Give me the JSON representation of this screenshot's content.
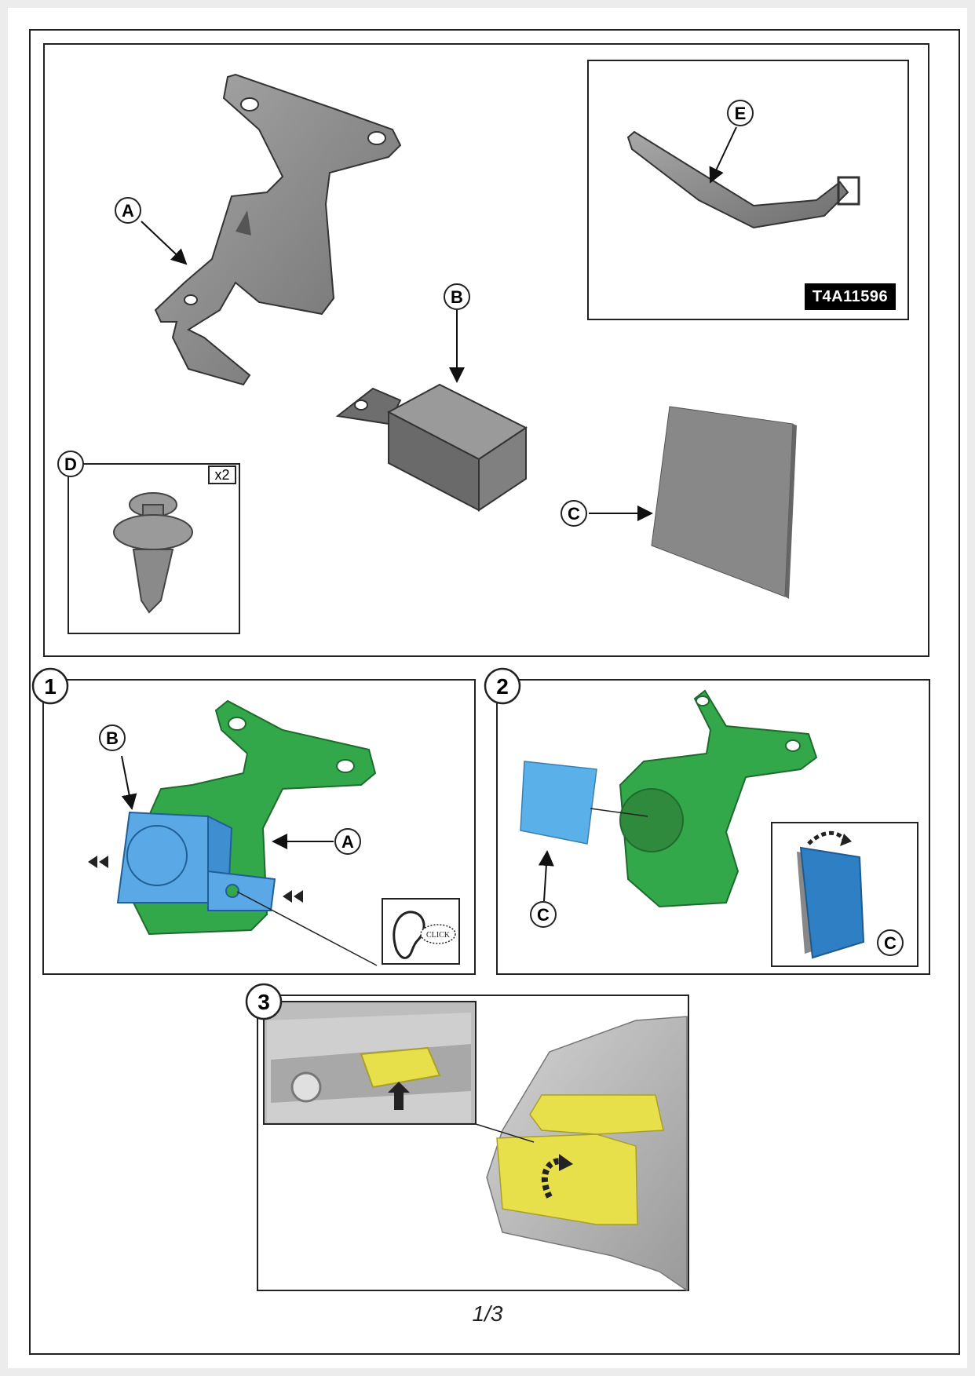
{
  "document": {
    "code": "T4A11596",
    "page_label": "1/3",
    "quantity_label": "x2",
    "click_label": "CLICK"
  },
  "parts": [
    {
      "letter": "A",
      "description": "mounting bracket"
    },
    {
      "letter": "B",
      "description": "module"
    },
    {
      "letter": "C",
      "description": "adhesive pad"
    },
    {
      "letter": "D",
      "description": "push clip"
    },
    {
      "letter": "E",
      "description": "cable tie"
    }
  ],
  "steps": [
    {
      "number": "1"
    },
    {
      "number": "2"
    },
    {
      "number": "3"
    }
  ],
  "colors": {
    "bracket_green": "#33a84a",
    "module_blue": "#5aa8e6",
    "pad_blue": "#5ab0e8",
    "tape_blue": "#2f7fc4",
    "highlight_yellow": "#e8e04a",
    "part_grey": "#8a8a8a"
  }
}
